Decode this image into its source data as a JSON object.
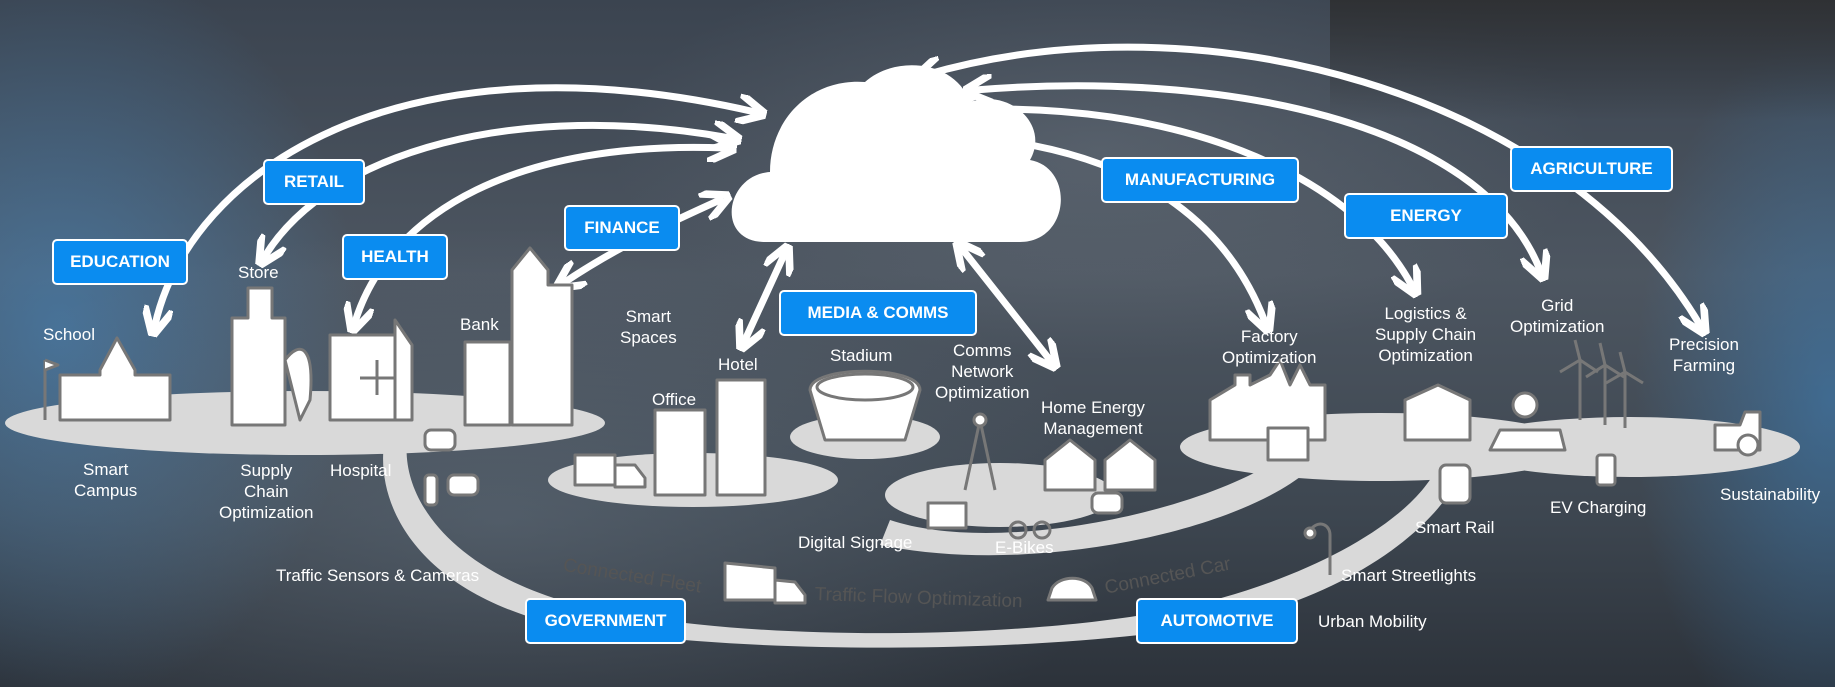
{
  "categories": {
    "education": "EDUCATION",
    "retail": "RETAIL",
    "health": "HEALTH",
    "finance": "FINANCE",
    "media_comms": "MEDIA & COMMS",
    "manufacturing": "MANUFACTURING",
    "energy": "ENERGY",
    "agriculture": "AGRICULTURE",
    "government": "GOVERNMENT",
    "automotive": "AUTOMOTIVE"
  },
  "labels": {
    "school": "School",
    "store": "Store",
    "bank": "Bank",
    "smart_spaces": "Smart\nSpaces",
    "hotel": "Hotel",
    "office": "Office",
    "stadium": "Stadium",
    "comms_network": "Comms\nNetwork\nOptimization",
    "home_energy": "Home Energy\nManagement",
    "factory": "Factory\nOptimization",
    "logistics": "Logistics &\nSupply Chain\nOptimization",
    "grid": "Grid\nOptimization",
    "precision_farming": "Precision\nFarming",
    "smart_campus": "Smart\nCampus",
    "supply_chain": "Supply\nChain\nOptimization",
    "hospital": "Hospital",
    "traffic_sensors": "Traffic Sensors & Cameras",
    "digital_signage": "Digital  Signage",
    "ebikes": "E-Bikes",
    "smart_rail": "Smart Rail",
    "ev_charging": "EV Charging",
    "sustainability": "Sustainability",
    "smart_streetlights": "Smart Streetlights",
    "urban_mobility": "Urban Mobility"
  },
  "road_text": {
    "connected_fleet": "Connected Fleet",
    "traffic_flow": "Traffic Flow Optimization",
    "connected_car": "Connected Car"
  },
  "colors": {
    "tag_fill": "#0a8cf0",
    "platform": "#d9d9d9",
    "outline": "#7a7a7a"
  }
}
